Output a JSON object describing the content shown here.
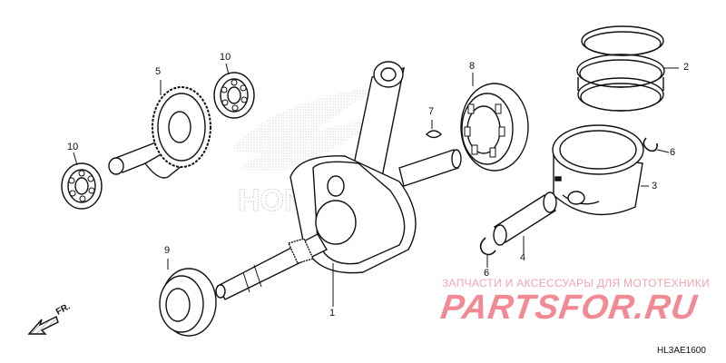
{
  "parts": [
    {
      "ref": "1"
    },
    {
      "ref": "2"
    },
    {
      "ref": "3"
    },
    {
      "ref": "4"
    },
    {
      "ref": "5"
    },
    {
      "ref": "6"
    },
    {
      "ref": "6"
    },
    {
      "ref": "7"
    },
    {
      "ref": "8"
    },
    {
      "ref": "9"
    },
    {
      "ref": "10"
    },
    {
      "ref": "10"
    }
  ],
  "direction_label": "FR.",
  "diagram_code": "HL3AE1600",
  "watermark": {
    "caption": "ЗАПЧАСТИ И АКСЕССУАРЫ ДЛЯ МОТОТЕХНИКИ",
    "logo": "PARTSFOR.RU",
    "logo_color": "#f28a96"
  },
  "brand_watermark": "HONDA"
}
